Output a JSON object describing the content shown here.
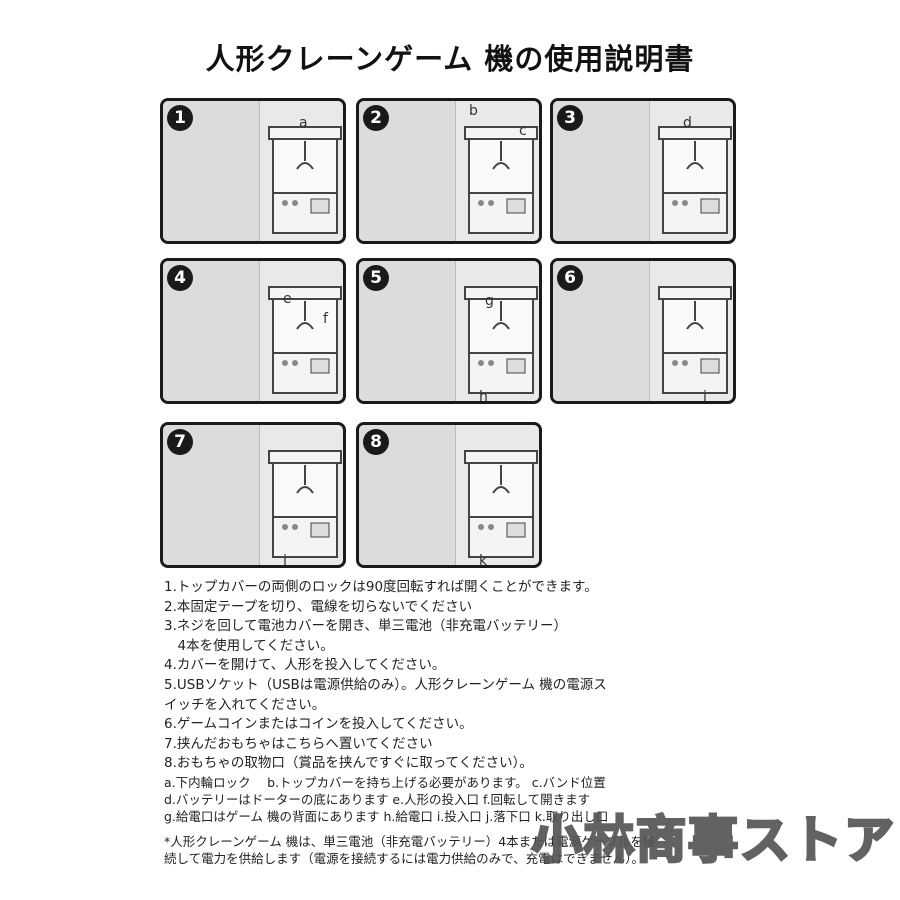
{
  "title": "人形クレーンゲーム 機の使用説明書",
  "panels": [
    {
      "num": "1",
      "labels": [
        "a"
      ]
    },
    {
      "num": "2",
      "labels": [
        "b",
        "c"
      ]
    },
    {
      "num": "3",
      "labels": [
        "d"
      ]
    },
    {
      "num": "4",
      "labels": [
        "e",
        "f"
      ]
    },
    {
      "num": "5",
      "labels": [
        "g",
        "h"
      ]
    },
    {
      "num": "6",
      "labels": [
        "i"
      ]
    },
    {
      "num": "7",
      "labels": [
        "j"
      ]
    },
    {
      "num": "8",
      "labels": [
        "k"
      ]
    }
  ],
  "steps": [
    "1.トップカバーの両側のロックは90度回転すれば開くことができます。",
    "2.本固定テープを切り、電線を切らないでください",
    "3.ネジを回して電池カバーを開き、単三電池（非充電バッテリー）",
    "　4本を使用してください。",
    "4.カバーを開けて、人形を投入してください。",
    "5.USBソケット（USBは電源供給のみ）。人形クレーンゲーム 機の電源ス",
    "イッチを入れてください。",
    "6.ゲームコインまたはコインを投入してください。",
    "7.挟んだおもちゃはこちらへ置いてください",
    "8.おもちゃの取物口（賞品を挟んですぐに取ってください）。"
  ],
  "legend": [
    "a.下内輪ロック　 b.トップカバーを持ち上げる必要があります。 c.バンド位置",
    "d.バッテリーはドーターの底にあります e.人形の投入口 f.回転して開きます",
    "g.給電口はゲーム 機の背面にあります h.給電口 i.投入口 j.落下口 k.取り出し口"
  ],
  "note": [
    "*人形クレーンゲーム 機は、単三電池（非充電バッテリー）4本または電源ケーブルを接",
    "続して電力を供給します（電源を接続するには電力供給のみで、充電はできません）。"
  ],
  "watermark": "小林商事ストア"
}
